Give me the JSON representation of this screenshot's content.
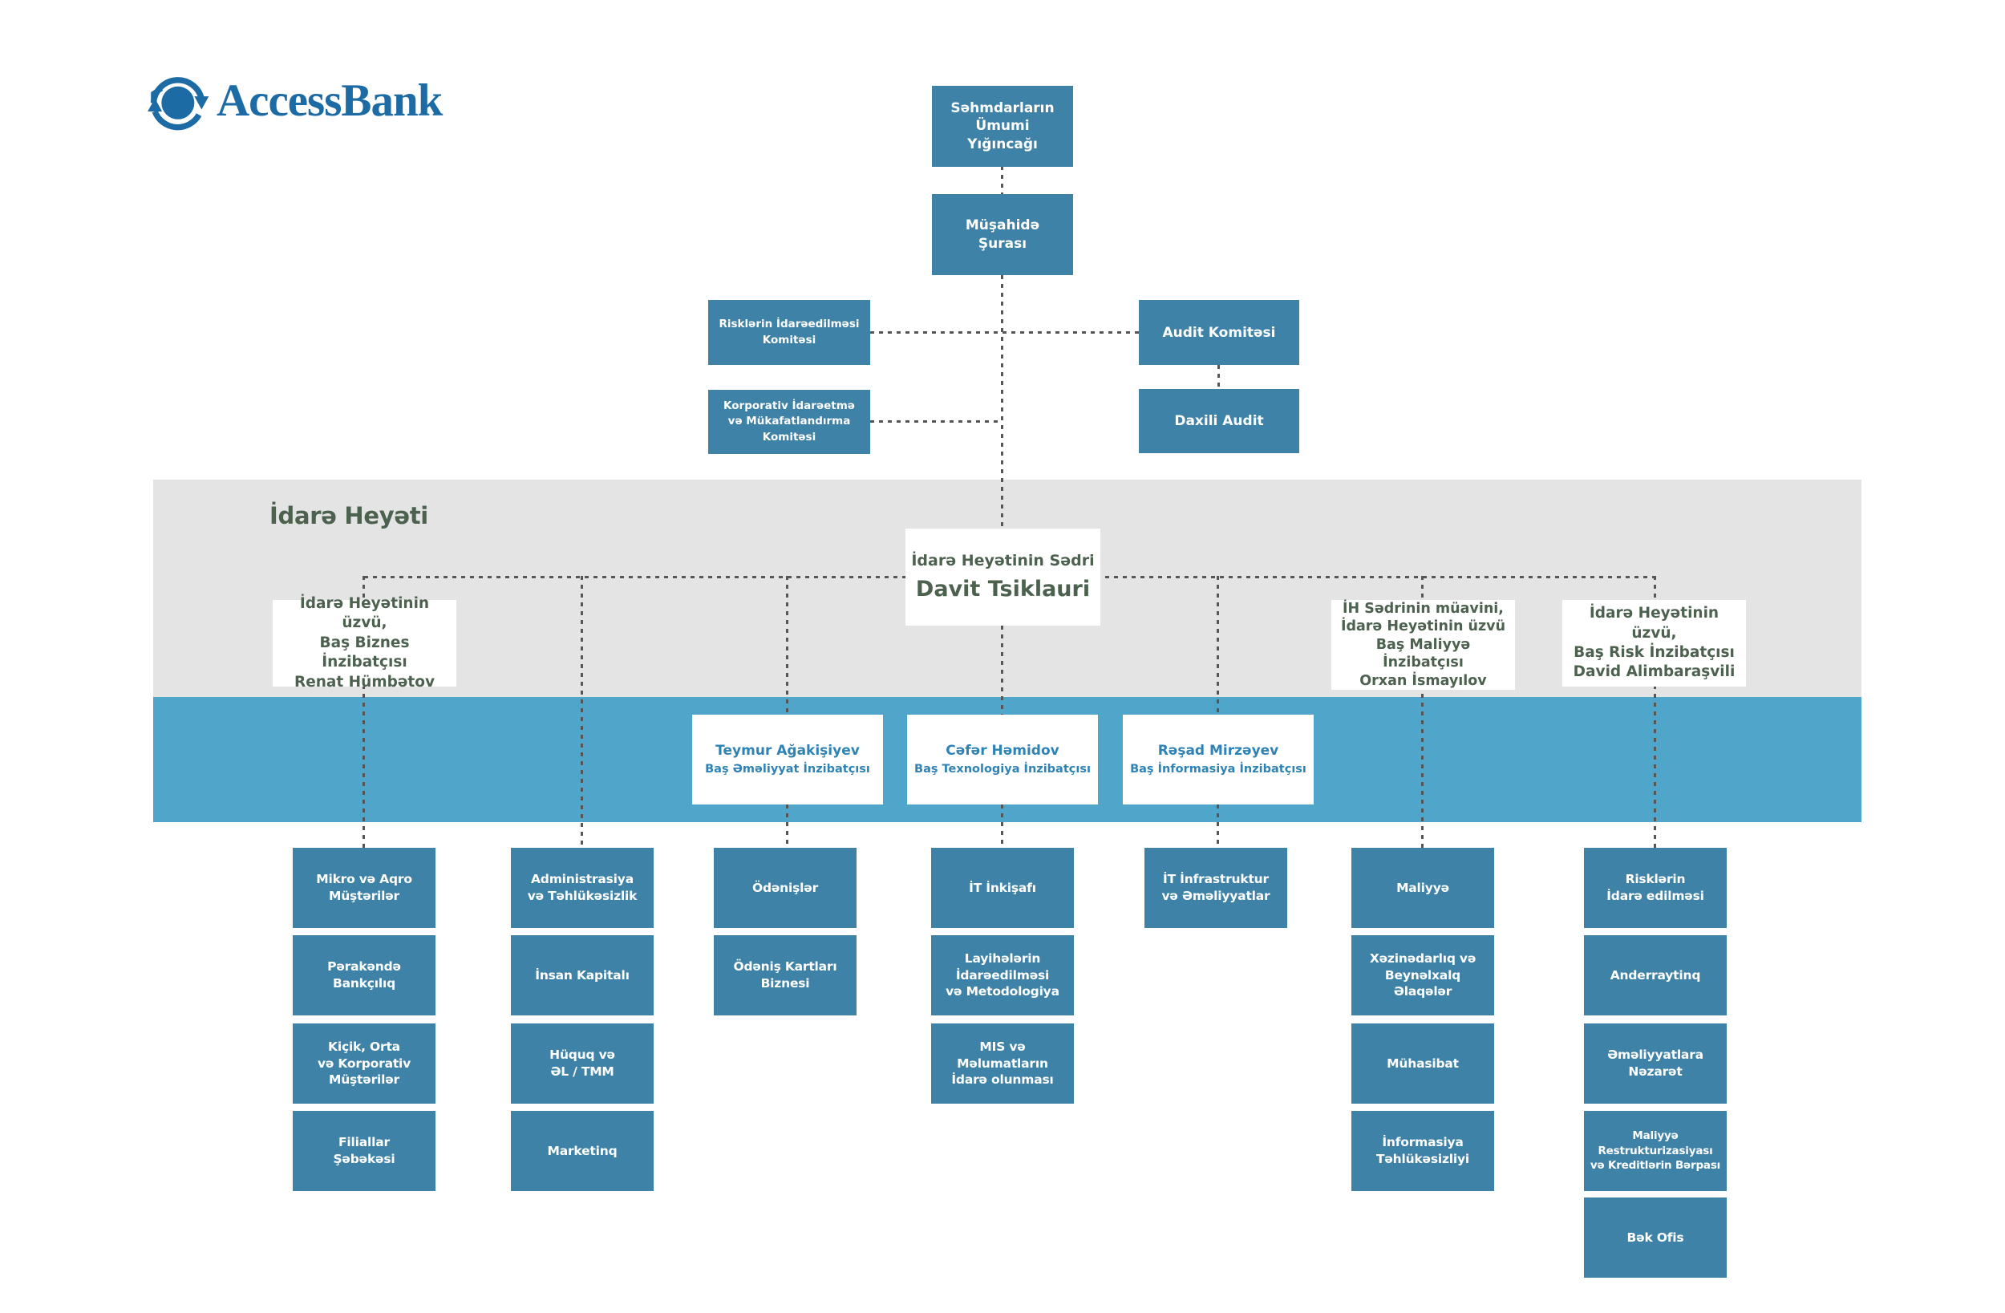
{
  "colors": {
    "node_blue": "#3E82A8",
    "band_blue": "#4FA6CA",
    "band_gray": "#E4E4E5",
    "green_text": "#4C624F",
    "officer_blue_text": "#2E82B4",
    "logo_blue": "#1C6BA5",
    "connector_gray": "#565656"
  },
  "logo": {
    "name": "AccessBank",
    "icon": "circular-arrows-icon"
  },
  "governance": {
    "shareholders_meeting": "Səhmdarların\nÜmumi\nYığıncağı",
    "supervisory_board": "Müşahidə\nŞurası",
    "risk_committee": "Risklərin İdarəedilməsi\nKomitəsi",
    "corporate_committee": "Korporativ İdarəetmə\nvə Mükafatlandırma\nKomitəsi",
    "audit_committee": "Audit Komitəsi",
    "internal_audit": "Daxili Audit"
  },
  "board": {
    "section_title": "İdarə Heyəti",
    "chairman": {
      "role": "İdarə Heyətinin Sədri",
      "name": "Davit Tsiklauri"
    },
    "members": [
      {
        "text": "İdarə Heyətinin üzvü,\nBaş Biznes İnzibatçısı\nRenat Hümbətov"
      },
      {
        "text": "İH Sədrinin müavini,\nİdarə Heyətinin üzvü\nBaş Maliyyə İnzibatçısı\nOrxan İsmayılov"
      },
      {
        "text": "İdarə Heyətinin üzvü,\nBaş Risk İnzibatçısı\nDavid Alimbaraşvili"
      }
    ],
    "officers": [
      {
        "name": "Teymur Ağakişiyev",
        "role": "Baş Əməliyyat İnzibatçısı"
      },
      {
        "name": "Cəfər Həmidov",
        "role": "Baş Texnologiya İnzibatçısı"
      },
      {
        "name": "Rəşad Mirzəyev",
        "role": "Baş İnformasiya İnzibatçısı"
      }
    ]
  },
  "departments": {
    "business": [
      "Mikro və Aqro\nMüştərilər",
      "Pərakəndə\nBankçılıq",
      "Kiçik, Orta\nvə Korporativ\nMüştərilər",
      "Filiallar\nŞəbəkəsi"
    ],
    "administration": [
      "Administrasiya\nvə Təhlükəsizlik",
      "İnsan Kapitalı",
      "Hüquq və\nƏL / TMM",
      "Marketinq"
    ],
    "payments": [
      "Ödənişlər",
      "Ödəniş Kartları\nBiznesi"
    ],
    "technology": [
      "İT İnkişafı",
      "Layihələrin\nİdarəedilməsi\nvə Metodologiya",
      "MIS və Məlumatların\nİdarə olunması"
    ],
    "infrastructure": [
      "İT İnfrastruktur\nvə Əməliyyatlar"
    ],
    "finance": [
      "Maliyyə",
      "Xəzinədarlıq və\nBeynəlxalq\nƏlaqələr",
      "Mühasibat",
      "İnformasiya\nTəhlükəsizliyi"
    ],
    "risk": [
      "Risklərin\nİdarə edilməsi",
      "Anderraytinq",
      "Əməliyyatlara\nNəzarət",
      "Maliyyə\nRestrukturizasiyası\nvə Kreditlərin Bərpası",
      "Bək Ofis"
    ]
  }
}
